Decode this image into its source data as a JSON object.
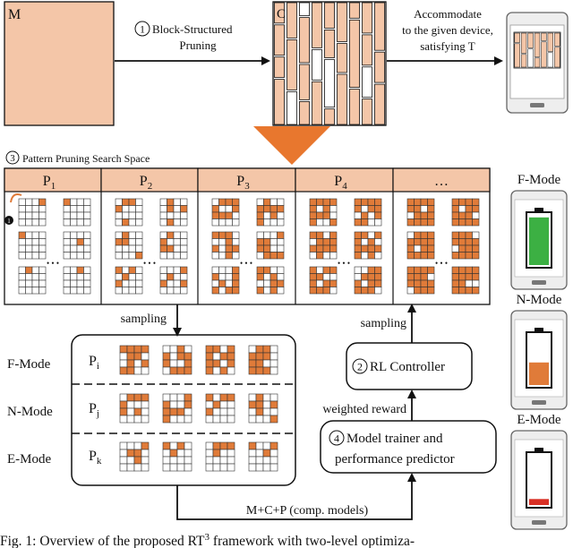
{
  "top": {
    "model_label": "M",
    "compressed_label": "C",
    "step1_num": "1",
    "step1_text": [
      "Block-Structured",
      "Pruning"
    ],
    "accommodate_text": [
      "Accommodate",
      "to the given device,",
      "satisfying T"
    ]
  },
  "search_space": {
    "step_num": "3",
    "title": "Pattern Pruning Search Space",
    "columns": [
      {
        "base": "P",
        "sub": "1"
      },
      {
        "base": "P",
        "sub": "2"
      },
      {
        "base": "P",
        "sub": "3"
      },
      {
        "base": "P",
        "sub": "4"
      },
      {
        "base": "…",
        "sub": ""
      }
    ],
    "ellipsis": "• • •",
    "marker": "1"
  },
  "selection": {
    "sampling_left": "sampling",
    "rows": [
      {
        "mode": "F-Mode",
        "base": "P",
        "sub": "i"
      },
      {
        "mode": "N-Mode",
        "base": "P",
        "sub": "j"
      },
      {
        "mode": "E-Mode",
        "base": "P",
        "sub": "k"
      }
    ]
  },
  "controller": {
    "step_num": "2",
    "label": "RL Controller",
    "sampling_right": "sampling"
  },
  "trainer": {
    "step_num": "4",
    "lines": [
      "Model trainer and",
      "performance predictor"
    ],
    "weighted_reward": "weighted reward"
  },
  "bottom_label": "M+C+P (comp. models)",
  "devices": [
    {
      "mode": "F-Mode",
      "battery_level": 0.95,
      "color": "#3cb043"
    },
    {
      "mode": "N-Mode",
      "battery_level": 0.45,
      "color": "#e07b39"
    },
    {
      "mode": "E-Mode",
      "battery_level": 0.12,
      "color": "#d93025"
    }
  ],
  "caption": {
    "prefix": "Fig. 1: Overview of the proposed RT",
    "sup": "3",
    "suffix": " framework with two-level optimiza-"
  },
  "colors": {
    "orange": "#e07b39",
    "peach": "#f4c6a8",
    "header_fill": "#f4c6a8",
    "triangle": "#e8772e"
  }
}
